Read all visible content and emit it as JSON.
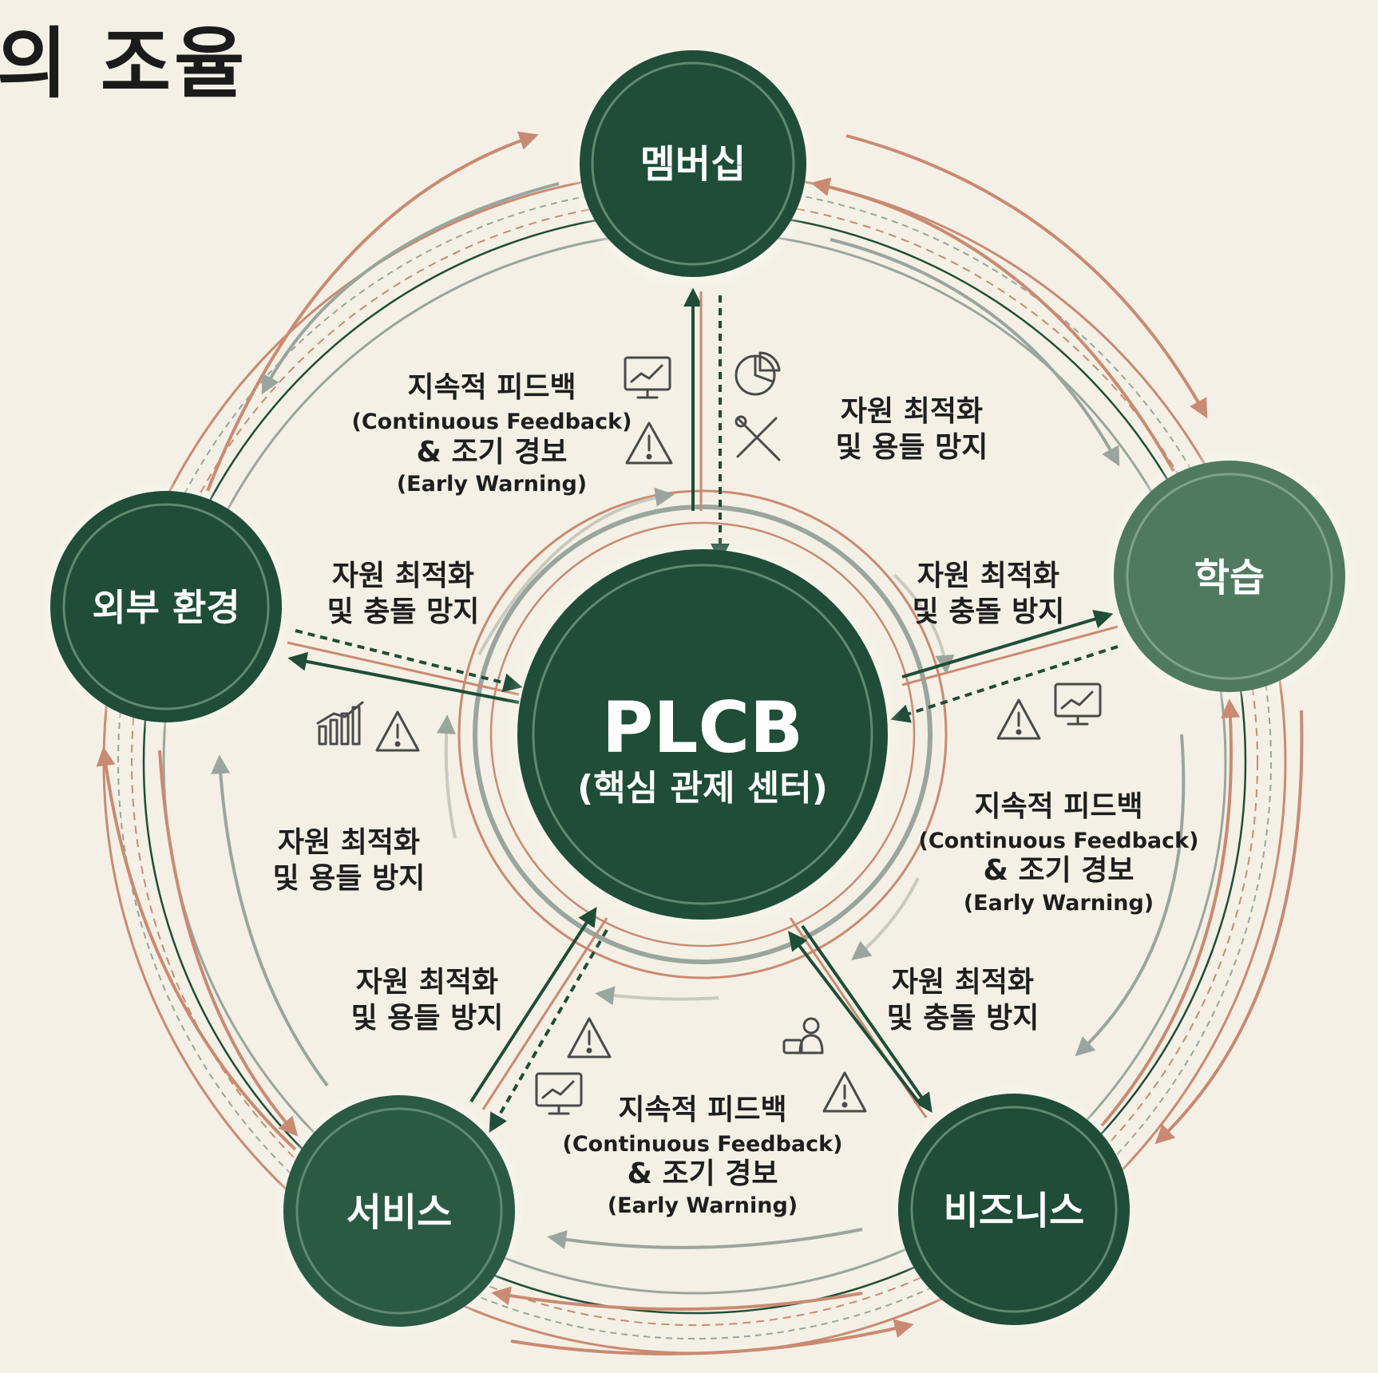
{
  "title": "의 조율",
  "colors": {
    "background": "#f4f0e5",
    "node_dark": "#1f4d37",
    "node_light": "#4f7a60",
    "orange": "#c98a72",
    "gray": "#9aa59d",
    "text": "#1e1e1e"
  },
  "center": {
    "title": "PLCB",
    "subtitle": "(핵심 관제 센터)"
  },
  "nodes": [
    {
      "id": "membership",
      "label": "멤버십"
    },
    {
      "id": "learning",
      "label": "학습"
    },
    {
      "id": "business",
      "label": "비즈니스"
    },
    {
      "id": "service",
      "label": "서비스"
    },
    {
      "id": "external",
      "label": "외부 환경"
    }
  ],
  "labels": {
    "feedback_top_left": [
      "지속적 피드백",
      "(Continuous Feedback)",
      "& 조기 경보",
      "(Early Warning)"
    ],
    "resource_top_right": [
      "자원 최적화",
      "및 용들 망지"
    ],
    "resource_learning": [
      "자원 최적화",
      "및 충돌 방지"
    ],
    "feedback_right": [
      "지속적 피드백",
      "(Continuous Feedback)",
      "& 조기 경보",
      "(Early Warning)"
    ],
    "resource_business": [
      "자원 최적화",
      "및 충돌 방지"
    ],
    "feedback_bottom": [
      "지속적 피드백",
      "(Continuous Feedback)",
      "& 조기 경보",
      "(Early Warning)"
    ],
    "resource_service": [
      "자원 최적화",
      "및 용들 방지"
    ],
    "resource_left_outer": [
      "자원 최적화",
      "및 용들 방지"
    ],
    "resource_external": [
      "자원 최적화",
      "및 충돌 망지"
    ]
  },
  "icons": [
    "monitor-chart-icon",
    "pie-chart-icon",
    "tools-icon",
    "warning-icon",
    "bar-chart-icon",
    "person-icon"
  ]
}
